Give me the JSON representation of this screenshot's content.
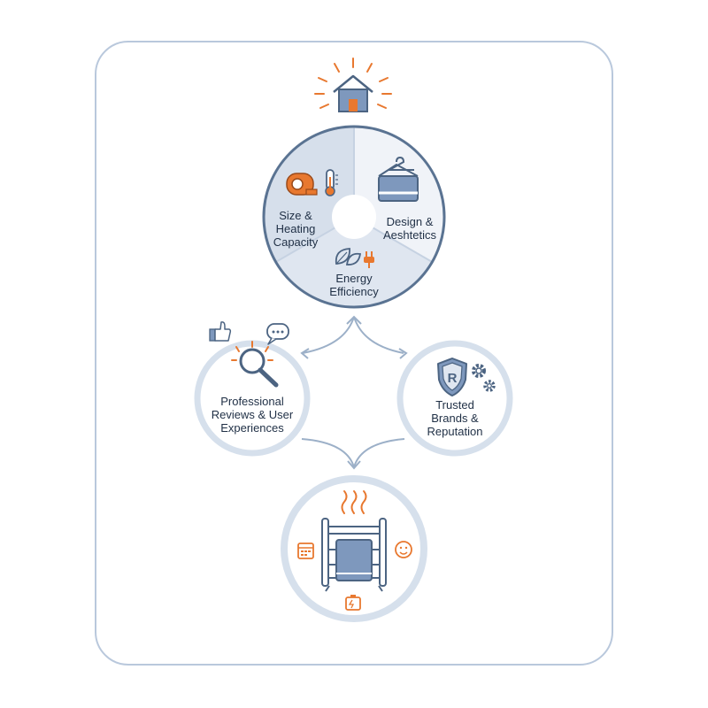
{
  "wheel": {
    "size_capacity": [
      "Size &",
      "Heating",
      "Capacity"
    ],
    "design": [
      "Design &",
      "Aeshtetics"
    ],
    "energy": [
      "Energy",
      "Efficiency"
    ]
  },
  "reviews": [
    "Professional",
    "Reviews & User",
    "Experiences"
  ],
  "brands": [
    "Trusted",
    "Brands &",
    "Reputation"
  ],
  "brand_badge_letter": "R",
  "colors": {
    "accent_orange": "#e8782f",
    "line_blue": "#5a7392",
    "fill_blue": "#7e98bd",
    "ring": "#d6e0ec",
    "wheel_light": "#e9eef5",
    "wheel_mid": "#d9e2ee"
  },
  "icons": [
    "house-icon",
    "tape-measure-icon",
    "thermometer-icon",
    "towel-hanger-icon",
    "leaf-icon",
    "plug-icon",
    "thumbs-up-icon",
    "chat-bubble-icon",
    "magnifier-icon",
    "shield-icon",
    "gear-icon",
    "heated-towel-rail-icon",
    "calendar-icon",
    "smiley-icon",
    "battery-icon"
  ]
}
